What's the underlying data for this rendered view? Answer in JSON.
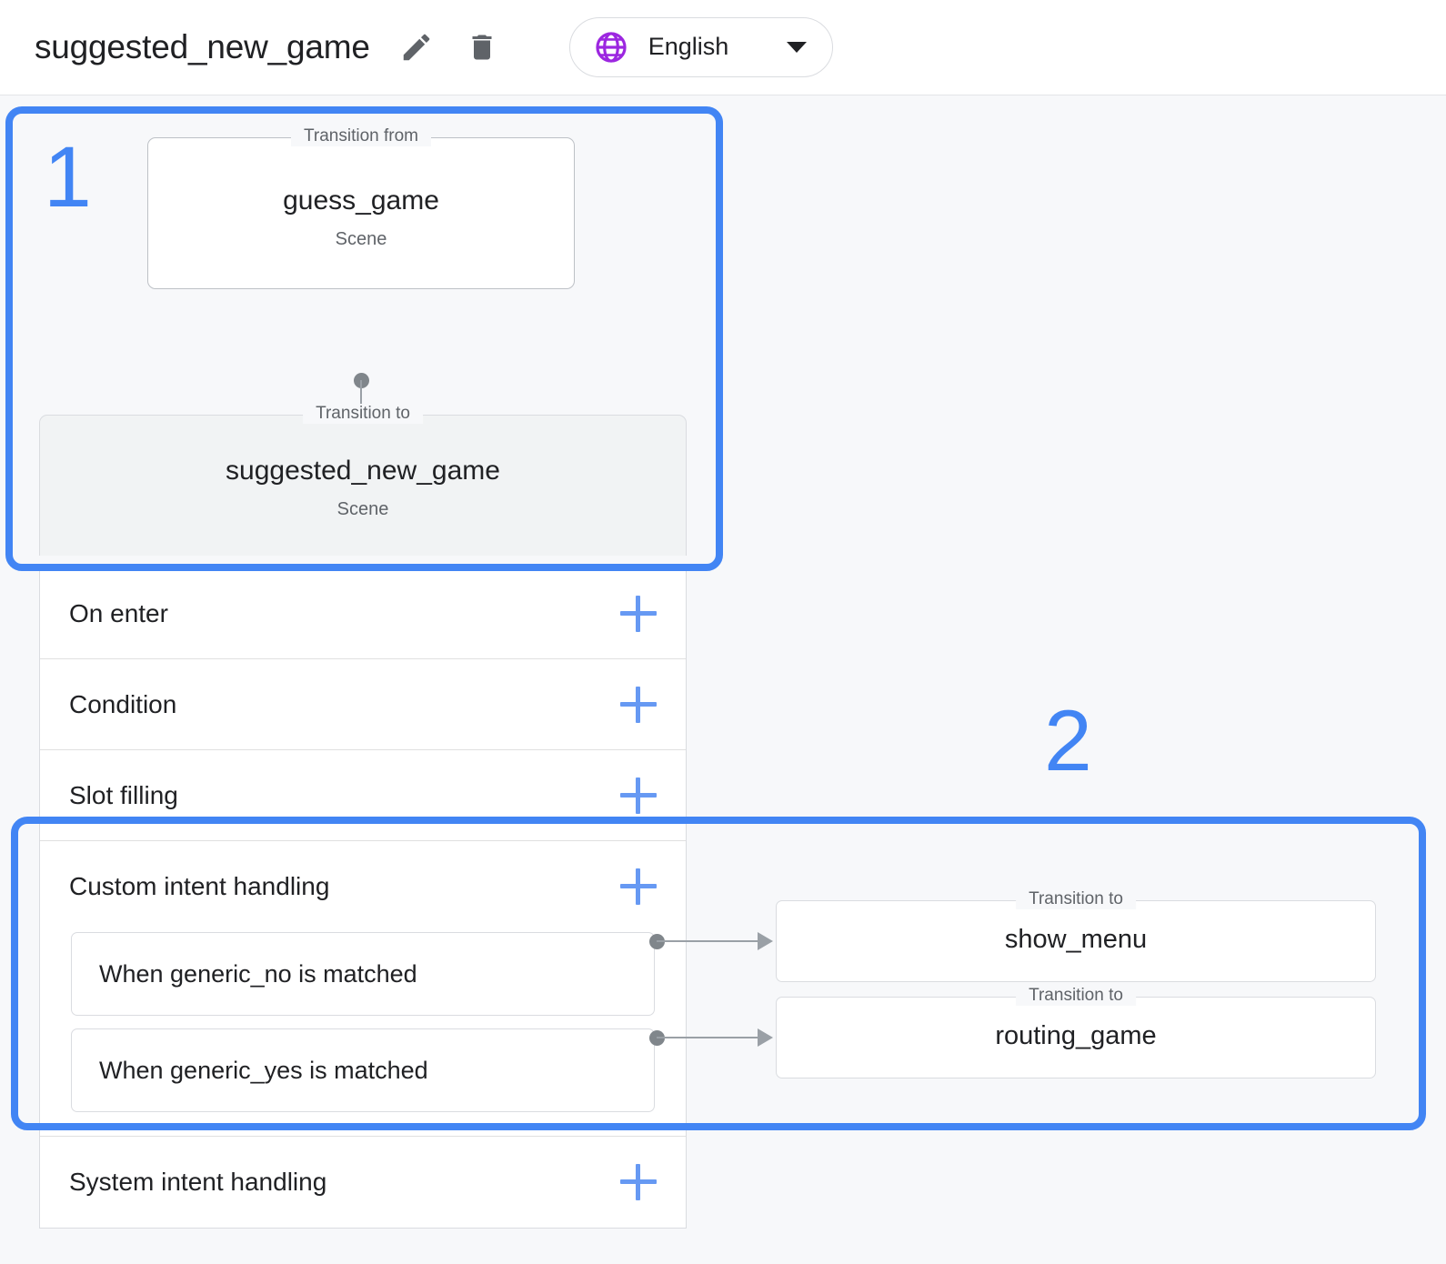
{
  "header": {
    "scene_title": "suggested_new_game",
    "edit_icon": "pencil-icon",
    "delete_icon": "trash-icon",
    "language": {
      "icon": "globe-icon",
      "label": "English",
      "caret": "chevron-down-icon"
    }
  },
  "colors": {
    "accent_blue": "#4285f4",
    "plus_blue": "#6699f3",
    "globe_purple": "#9c27e0",
    "canvas_bg": "#f7f8fa",
    "card_bg": "#ffffff",
    "selected_node_bg": "#f1f3f4",
    "border": "#dadce0",
    "edge_gray": "#9aa0a6",
    "text_primary": "#202124",
    "text_secondary": "#5f6368"
  },
  "graph": {
    "transition_from": {
      "legend": "Transition from",
      "title": "guess_game",
      "subtitle": "Scene"
    },
    "transition_to_selected": {
      "legend": "Transition to",
      "title": "suggested_new_game",
      "subtitle": "Scene"
    }
  },
  "sections": [
    {
      "label": "On enter",
      "add_label": "+"
    },
    {
      "label": "Condition",
      "add_label": "+"
    },
    {
      "label": "Slot filling",
      "add_label": "+"
    }
  ],
  "custom_intent_handling": {
    "label": "Custom intent handling",
    "add_label": "+",
    "items": [
      {
        "label": "When generic_no is matched",
        "target": {
          "legend": "Transition to",
          "title": "show_menu"
        }
      },
      {
        "label": "When generic_yes is matched",
        "target": {
          "legend": "Transition to",
          "title": "routing_game"
        }
      }
    ]
  },
  "system_intent_handling": {
    "label": "System intent handling",
    "add_label": "+"
  },
  "annotations": [
    {
      "number": "1"
    },
    {
      "number": "2"
    }
  ]
}
